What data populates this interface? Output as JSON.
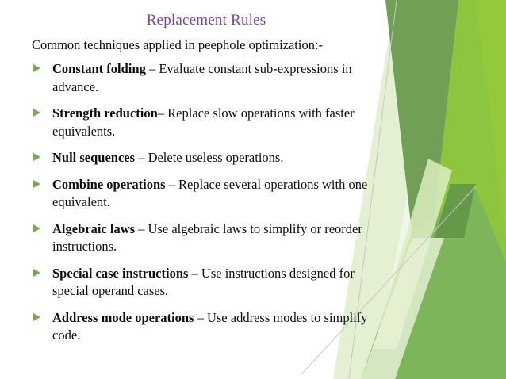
{
  "slide": {
    "title": "Replacement Rules",
    "title_color": "#7D3EA8",
    "intro": "Common techniques applied in peephole optimization:-",
    "background_color": "#FFFFFF",
    "text_color": "#0D0D0D",
    "bullet_marker_color": "#73AD46",
    "bullet_marker_icon": "triangle-right-icon",
    "bullets": [
      {
        "term": "Constant folding",
        "separator": " – ",
        "description": "Evaluate constant sub-expressions in advance.",
        "line1": "Evaluate constant sub-expressions in",
        "line2": "advance."
      },
      {
        "term": "Strength reduction",
        "separator": "– ",
        "description": "Replace slow operations with faster equivalents.",
        "line1": "Replace slow operations with faster",
        "line2": "equivalents."
      },
      {
        "term": "Null sequences",
        "separator": " – ",
        "description": "Delete useless operations.",
        "line1": "Delete useless operations.",
        "line2": ""
      },
      {
        "term": "Combine operations",
        "separator": " – ",
        "description": "Replace several operations with one equivalent.",
        "line1": "Replace several operations with one",
        "line2": "equivalent."
      },
      {
        "term": "Algebraic laws",
        "separator": " – ",
        "description": "Use algebraic laws to simplify or reorder instructions.",
        "line1": "Use algebraic laws to simplify or reorder",
        "line2": "instructions."
      },
      {
        "term": "Special case instructions",
        "separator": " – ",
        "description": "Use instructions designed for special operand cases.",
        "line1": "Use instructions designed for",
        "line2": "special operand cases."
      },
      {
        "term": "Address mode operations",
        "separator": " – ",
        "description": "Use address modes to simplify code.",
        "line1": "Use address modes to simplify",
        "line2": "code."
      }
    ],
    "decoration": {
      "name": "green-angular-ribbons",
      "colors": {
        "dark_green": "#6FA055",
        "mid_green": "#7CB35C",
        "bright_green": "#8CC63E",
        "lime_green": "#95C93D",
        "pale_green": "#DCEDC0",
        "very_pale_green": "#E8F2D7",
        "hairline": "#BFBFBF"
      }
    }
  }
}
